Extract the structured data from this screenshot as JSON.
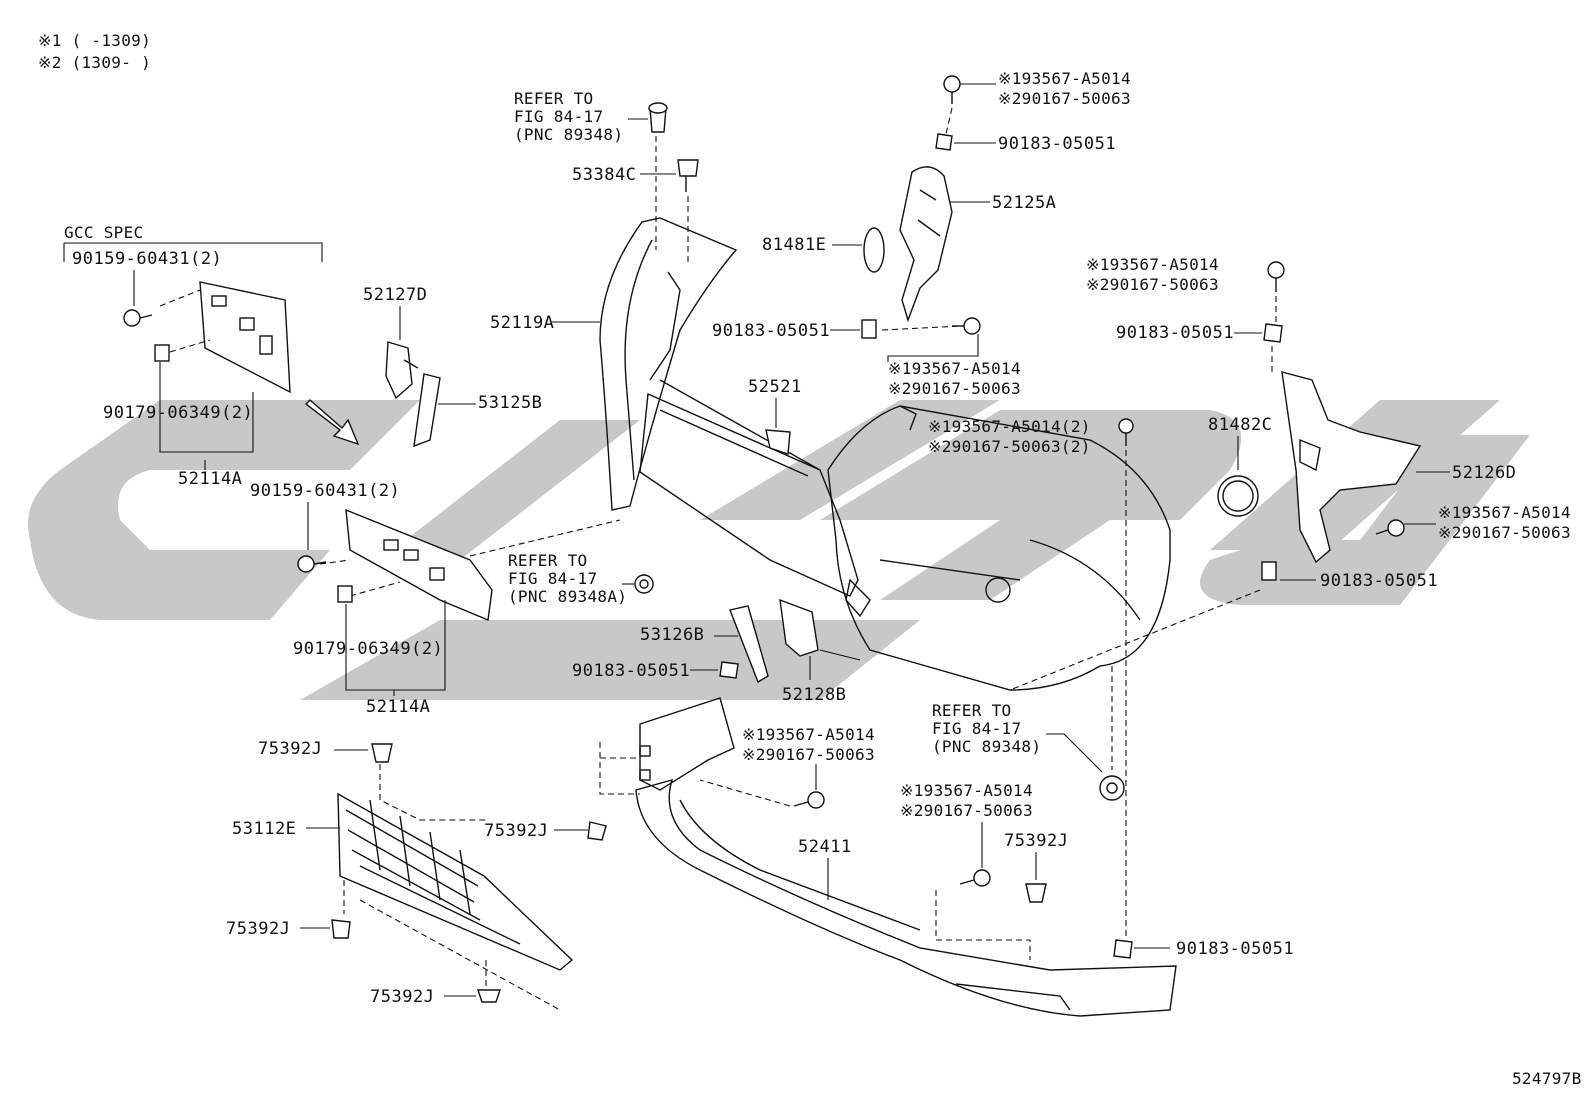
{
  "notes": {
    "n1": "※1 (      -1309)",
    "n2": "※2 (1309-      )"
  },
  "figure_code": "524797B",
  "gcc_spec": "GCC SPEC",
  "refer": {
    "top_1": "REFER TO",
    "top_2": "FIG 84-17",
    "top_3": "(PNC 89348)",
    "mid_1": "REFER TO",
    "mid_2": "FIG 84-17",
    "mid_3": "(PNC 89348A)",
    "right_1": "REFER TO",
    "right_2": "FIG 84-17",
    "right_3": "(PNC 89348)"
  },
  "labels": {
    "p53384C": "53384C",
    "p52119A": "52119A",
    "p52127D": "52127D",
    "p53125B": "53125B",
    "p90159_a": "90159-60431(2)",
    "p90179_a": "90179-06349(2)",
    "p52114A_a": "52114A",
    "p90159_b": "90159-60431(2)",
    "p90179_b": "90179-06349(2)",
    "p52114A_b": "52114A",
    "p52521": "52521",
    "p81481E": "81481E",
    "p52125A": "52125A",
    "p90183_top": "90183-05051",
    "p93567_top": "※193567-A5014",
    "p90167_top": "※290167-50063",
    "p90183_left": "90183-05051",
    "p93567_mid": "※193567-A5014",
    "p90167_mid": "※290167-50063",
    "p93567_2": "※193567-A5014(2)",
    "p90167_2": "※290167-50063(2)",
    "p93567_r": "※193567-A5014",
    "p90167_r": "※290167-50063",
    "p90183_r": "90183-05051",
    "p81482C": "81482C",
    "p52126D": "52126D",
    "p93567_r2": "※193567-A5014",
    "p90167_r2": "※290167-50063",
    "p90183_r2": "90183-05051",
    "p53126B": "53126B",
    "p90183_c": "90183-05051",
    "p52128B": "52128B",
    "p93567_c": "※193567-A5014",
    "p90167_c": "※290167-50063",
    "p75392J_1": "75392J",
    "p53112E": "53112E",
    "p75392J_2": "75392J",
    "p75392J_3": "75392J",
    "p75392J_4": "75392J",
    "p75392J_5": "75392J",
    "p52411": "52411",
    "p93567_b": "※193567-A5014",
    "p90167_b": "※290167-50063",
    "p90183_b": "90183-05051"
  }
}
